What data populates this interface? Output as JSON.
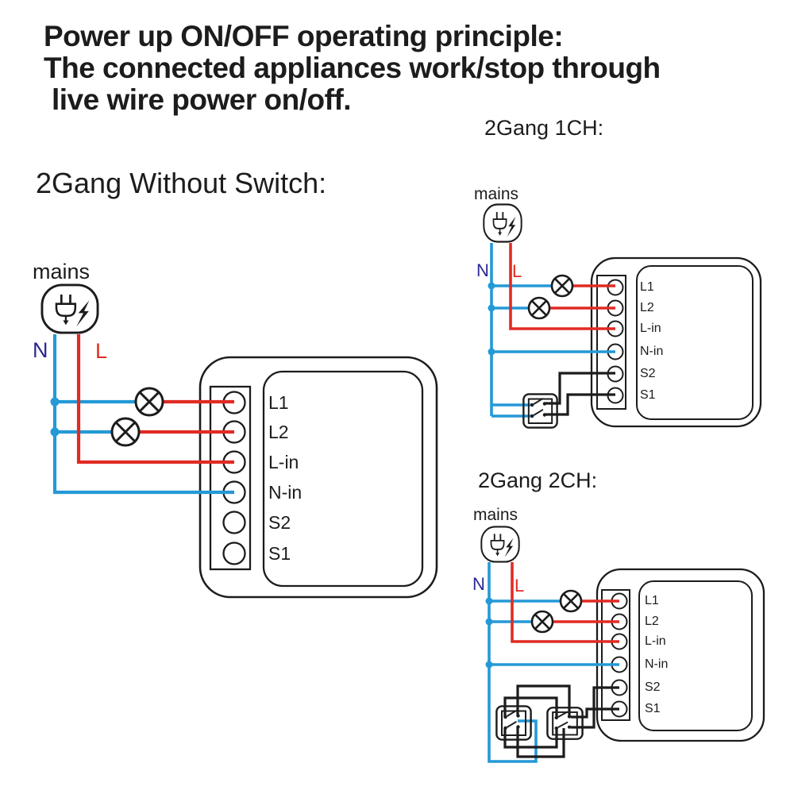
{
  "heading": {
    "lines": [
      "Power up ON/OFF operating principle:",
      "The connected appliances work/stop through",
      "live wire power on/off."
    ]
  },
  "diagrams": {
    "without_switch": {
      "title": "2Gang Without Switch:",
      "mains_label": "mains",
      "neutral_label": "N",
      "live_label": "L",
      "terminals": [
        "L1",
        "L2",
        "L-in",
        "N-in",
        "S2",
        "S1"
      ]
    },
    "one_ch": {
      "title": "2Gang 1CH:",
      "mains_label": "mains",
      "neutral_label": "N",
      "live_label": "L",
      "terminals": [
        "L1",
        "L2",
        "L-in",
        "N-in",
        "S2",
        "S1"
      ]
    },
    "two_ch": {
      "title": "2Gang 2CH:",
      "mains_label": "mains",
      "neutral_label": "N",
      "live_label": "L",
      "terminals": [
        "L1",
        "L2",
        "L-in",
        "N-in",
        "S2",
        "S1"
      ]
    }
  },
  "colors": {
    "background": "#ffffff",
    "line": "#1c1c1c",
    "wire_live": "#e02b24",
    "wire_neutral": "#2499d6",
    "neutral_text": "#2a2894"
  }
}
